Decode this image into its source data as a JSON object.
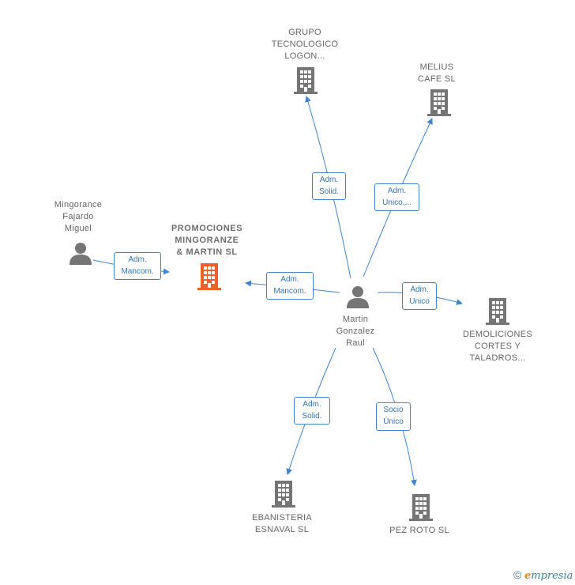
{
  "nodes": {
    "grupo": "GRUPO\nTECNOLOGICO\nLOGON...",
    "melius": "MELIUS\nCAFE SL",
    "mingorance": "Mingorance\nFajardo\nMiguel",
    "promociones": "PROMOCIONES\nMINGORANZE\n& MARTIN  SL",
    "martin": "Martin\nGonzalez\nRaul",
    "demoliciones": "DEMOLICIONES\nCORTES Y\nTALADROS...",
    "ebanisteria": "EBANISTERIA\nESNAVAL SL",
    "pezroto": "PEZ ROTO  SL"
  },
  "edges": {
    "grupo": "Adm.\nSolid.",
    "melius": "Adm.\nUnico,...",
    "mingorance": "Adm.\nMancom.",
    "promociones": "Adm.\nMancom.",
    "demoliciones": "Adm.\nUnico",
    "ebanisteria": "Adm.\nSolid.",
    "pezroto": "Socio\nÚnico"
  },
  "footer": {
    "copyright": "©",
    "brand_first": "e",
    "brand_rest": "mpresia"
  },
  "colors": {
    "edge": "#3f86cf",
    "icon": "#757575",
    "highlight": "#f0602b"
  }
}
